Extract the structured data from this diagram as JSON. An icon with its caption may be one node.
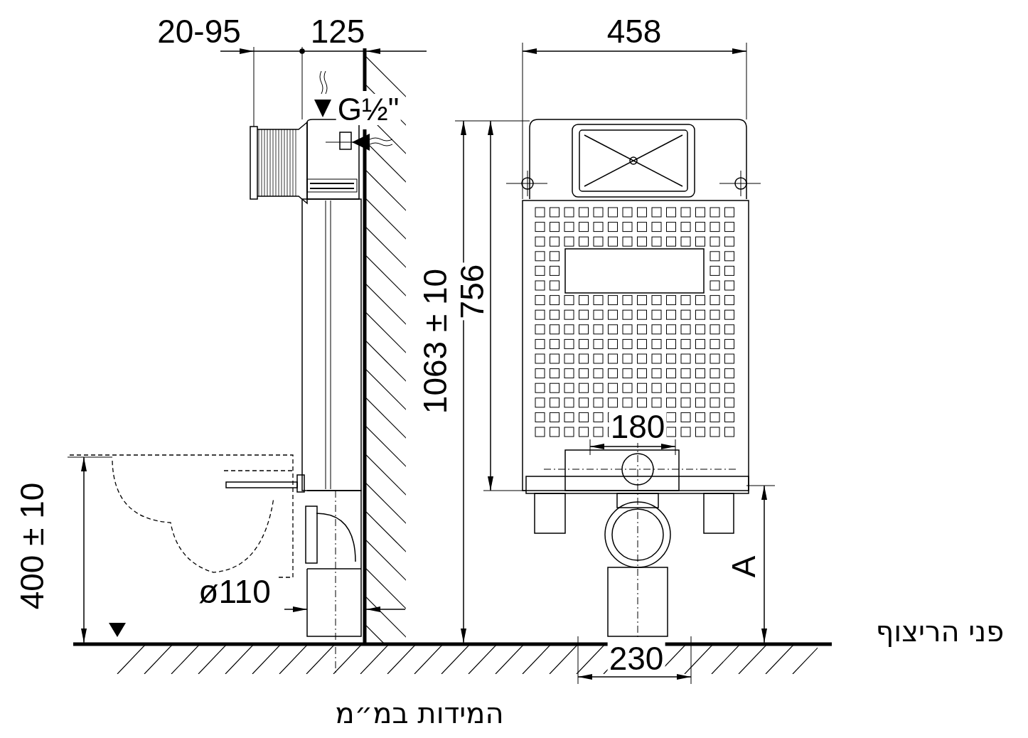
{
  "diagram": {
    "labels": [
      "20-95",
      "125",
      "458",
      "G½\"",
      "1063 ± 10",
      "756",
      "180",
      "400 ± 10",
      "A",
      "ø110",
      "230",
      "פני הריצוף",
      "המידות במ״מ"
    ]
  }
}
